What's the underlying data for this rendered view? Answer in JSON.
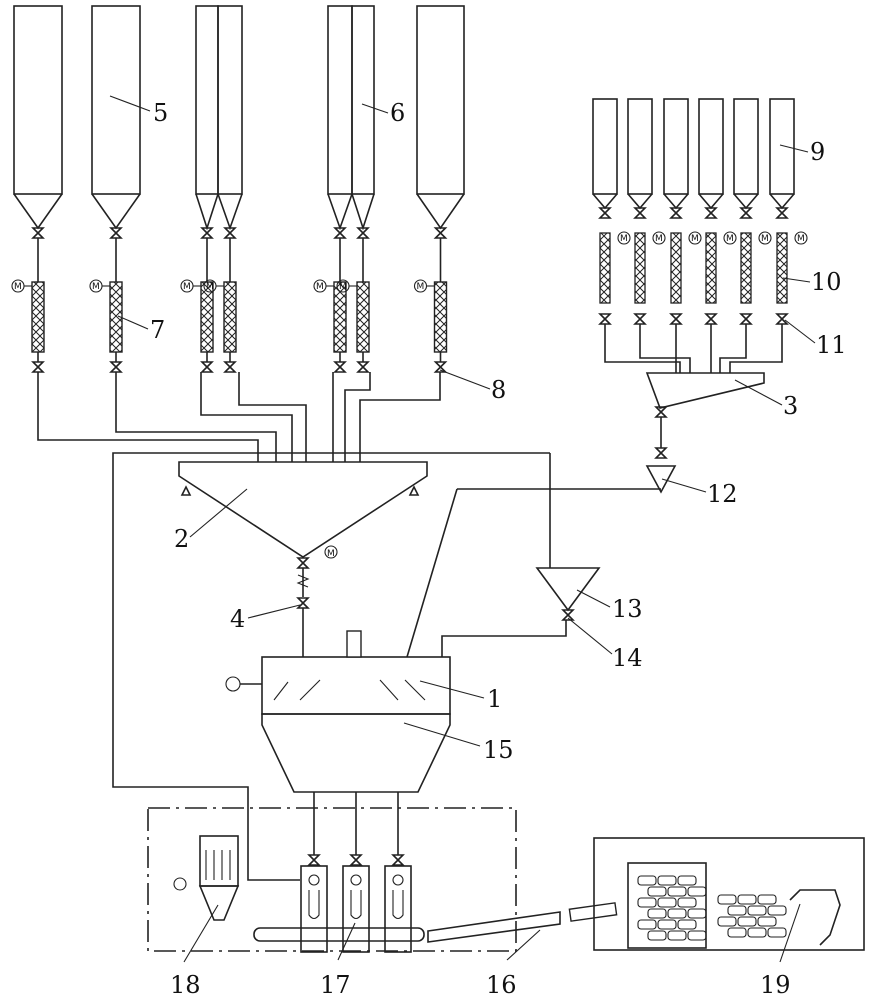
{
  "diagram": {
    "type": "process-flow",
    "description": "Dry-mix material batching, mixing, packing and palletizing system",
    "background": "#ffffff",
    "line_color": "#222222",
    "labels": [
      {
        "id": "1",
        "text": "1"
      },
      {
        "id": "2",
        "text": "2"
      },
      {
        "id": "3",
        "text": "3"
      },
      {
        "id": "4",
        "text": "4"
      },
      {
        "id": "5",
        "text": "5"
      },
      {
        "id": "6",
        "text": "6"
      },
      {
        "id": "7",
        "text": "7"
      },
      {
        "id": "8",
        "text": "8"
      },
      {
        "id": "9",
        "text": "9"
      },
      {
        "id": "10",
        "text": "10"
      },
      {
        "id": "11",
        "text": "11"
      },
      {
        "id": "12",
        "text": "12"
      },
      {
        "id": "13",
        "text": "13"
      },
      {
        "id": "14",
        "text": "14"
      },
      {
        "id": "15",
        "text": "15"
      },
      {
        "id": "16",
        "text": "16"
      },
      {
        "id": "17",
        "text": "17"
      },
      {
        "id": "18",
        "text": "18"
      },
      {
        "id": "19",
        "text": "19"
      }
    ],
    "components": {
      "large_silos": {
        "count": 7,
        "label": "5/6"
      },
      "small_silos": {
        "count": 6,
        "label": "9"
      },
      "screw_feeders_large": {
        "count": 7,
        "label": "7"
      },
      "screw_feeders_small": {
        "count": 6,
        "label": "10"
      },
      "main_hopper": {
        "label": "2"
      },
      "additive_hopper": {
        "label": "3"
      },
      "mixer": {
        "label": "1"
      },
      "buffer_bin": {
        "label": "15"
      },
      "packing_machines": {
        "count": 3,
        "label": "17"
      },
      "conveyor": {
        "label": "16"
      },
      "dust_collector": {
        "label": "18"
      },
      "palletizing_robot": {
        "label": "19"
      }
    },
    "motor_symbol": "M"
  }
}
